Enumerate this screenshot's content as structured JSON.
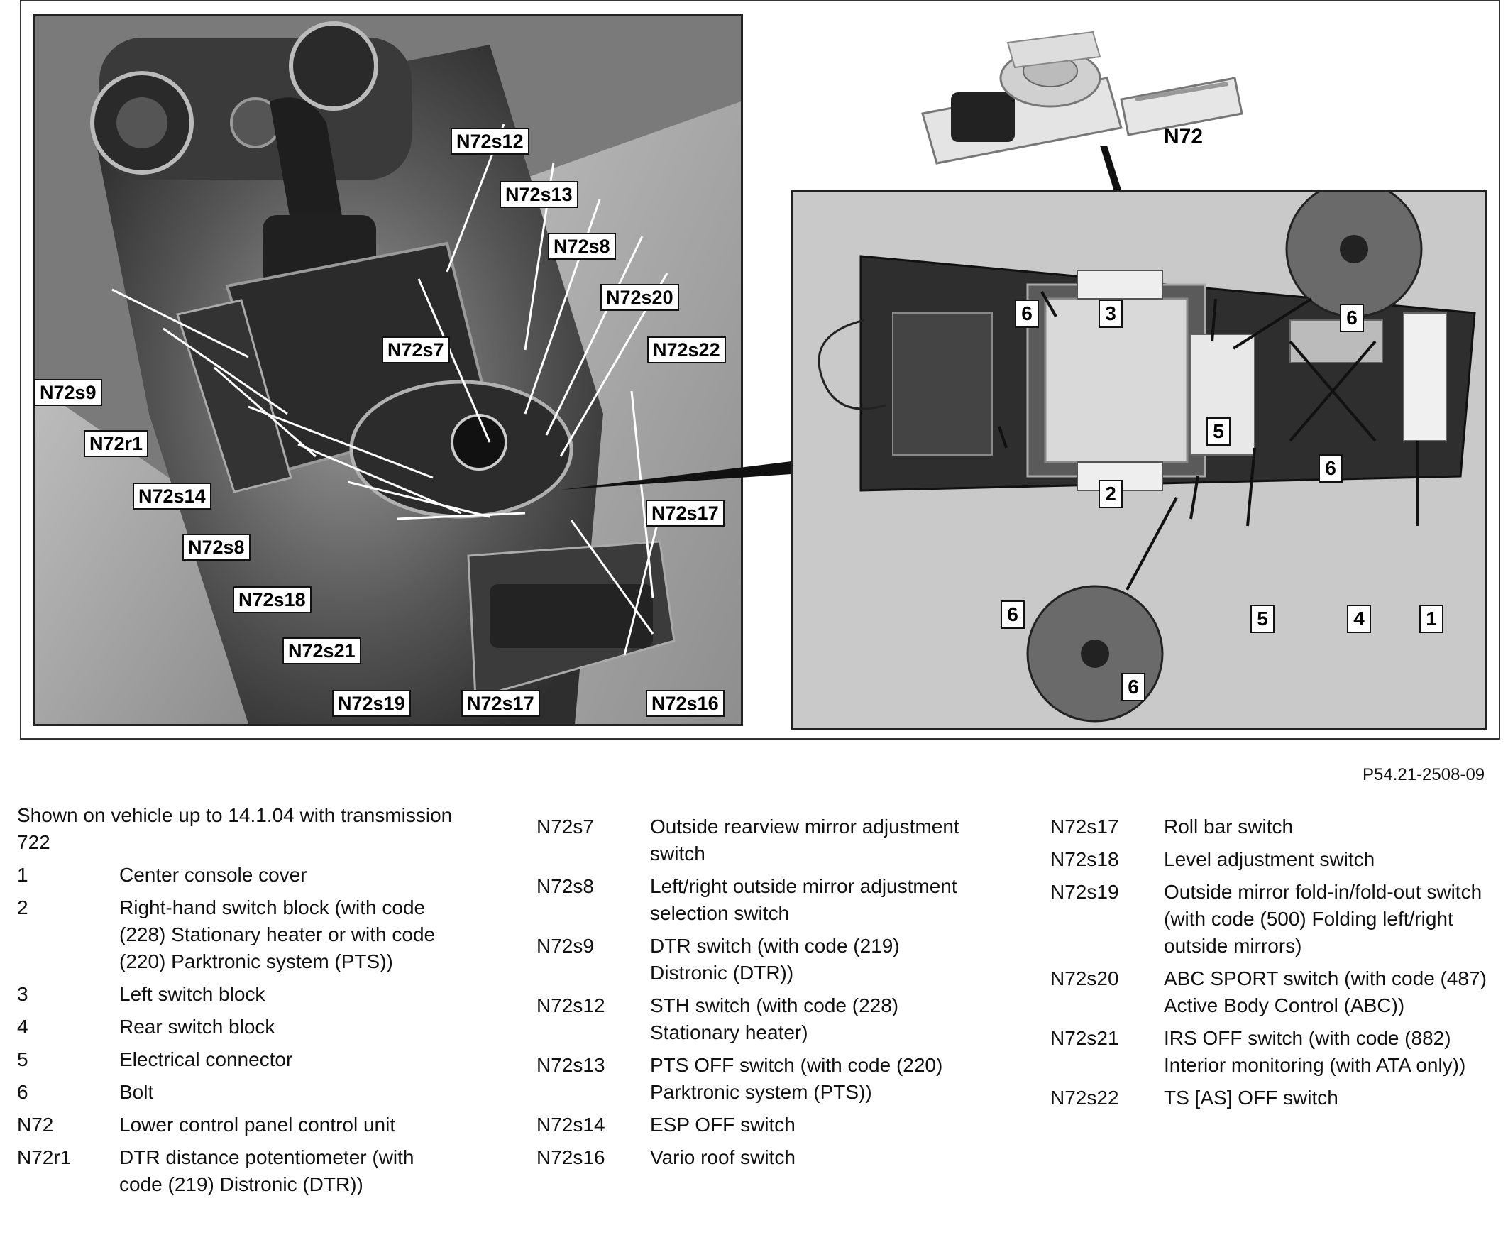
{
  "figure": {
    "image_reference": "P54.21-2508-09",
    "photo_callouts": [
      {
        "id": "N72s12"
      },
      {
        "id": "N72s13"
      },
      {
        "id": "N72s8"
      },
      {
        "id": "N72s20"
      },
      {
        "id": "N72s7"
      },
      {
        "id": "N72s22"
      },
      {
        "id": "N72s9"
      },
      {
        "id": "N72r1"
      },
      {
        "id": "N72s14"
      },
      {
        "id": "N72s8"
      },
      {
        "id": "N72s17"
      },
      {
        "id": "N72s18"
      },
      {
        "id": "N72s21"
      },
      {
        "id": "N72s19"
      },
      {
        "id": "N72s17"
      },
      {
        "id": "N72s16"
      }
    ],
    "unit_label": "N72",
    "detail_callouts": [
      "6",
      "3",
      "6",
      "5",
      "6",
      "2",
      "6",
      "6",
      "5",
      "4",
      "1"
    ]
  },
  "legend": {
    "note": "Shown on vehicle up to 14.1.04 with transmission 722",
    "column1": [
      {
        "key": "1",
        "desc": "Center console cover"
      },
      {
        "key": "2",
        "desc": "Right-hand switch block (with code (228) Stationary heater or with code (220) Parktronic system (PTS))"
      },
      {
        "key": "3",
        "desc": "Left switch block"
      },
      {
        "key": "4",
        "desc": "Rear switch block"
      },
      {
        "key": "5",
        "desc": "Electrical connector"
      },
      {
        "key": "6",
        "desc": "Bolt"
      },
      {
        "key": "N72",
        "desc": "Lower control panel control unit"
      },
      {
        "key": "N72r1",
        "desc": "DTR distance potentiometer (with code (219) Distronic (DTR))"
      }
    ],
    "column2": [
      {
        "key": "N72s7",
        "desc": "Outside rearview mirror adjustment switch"
      },
      {
        "key": "N72s8",
        "desc": "Left/right outside mirror adjustment selection switch"
      },
      {
        "key": "N72s9",
        "desc": "DTR switch (with code (219) Distronic (DTR))"
      },
      {
        "key": "N72s12",
        "desc": "STH switch (with code (228) Stationary heater)"
      },
      {
        "key": "N72s13",
        "desc": "PTS OFF switch (with code (220) Parktronic system (PTS))"
      },
      {
        "key": "N72s14",
        "desc": "ESP OFF switch"
      },
      {
        "key": "N72s16",
        "desc": "Vario roof switch"
      }
    ],
    "column3": [
      {
        "key": "N72s17",
        "desc": "Roll bar switch"
      },
      {
        "key": "N72s18",
        "desc": "Level adjustment switch"
      },
      {
        "key": "N72s19",
        "desc": "Outside mirror fold-in/fold-out switch (with code (500) Folding left/right outside mirrors)"
      },
      {
        "key": "N72s20",
        "desc": "ABC SPORT switch (with code (487) Active Body Control (ABC))"
      },
      {
        "key": "N72s21",
        "desc": "IRS OFF switch (with code (882) Interior monitoring (with ATA only))"
      },
      {
        "key": "N72s22",
        "desc": "TS [AS] OFF switch"
      }
    ]
  }
}
